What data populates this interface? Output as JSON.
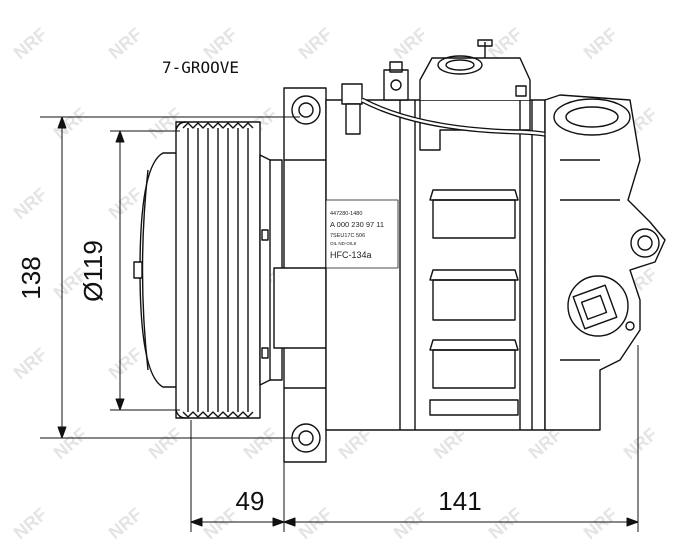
{
  "diagram": {
    "groove_label": "7-GROOVE",
    "dimensions": {
      "height": "138",
      "pulley_diameter": "Ø119",
      "pulley_depth": "49",
      "body_length": "141"
    },
    "nameplate": {
      "line1": "447280-1480",
      "line2": "A 000 230 97 11",
      "line3": "7SEU17C 506",
      "line4": "OIL ND-OIL8",
      "refrigerant": "HFC-134a"
    },
    "watermark": "NRF"
  }
}
